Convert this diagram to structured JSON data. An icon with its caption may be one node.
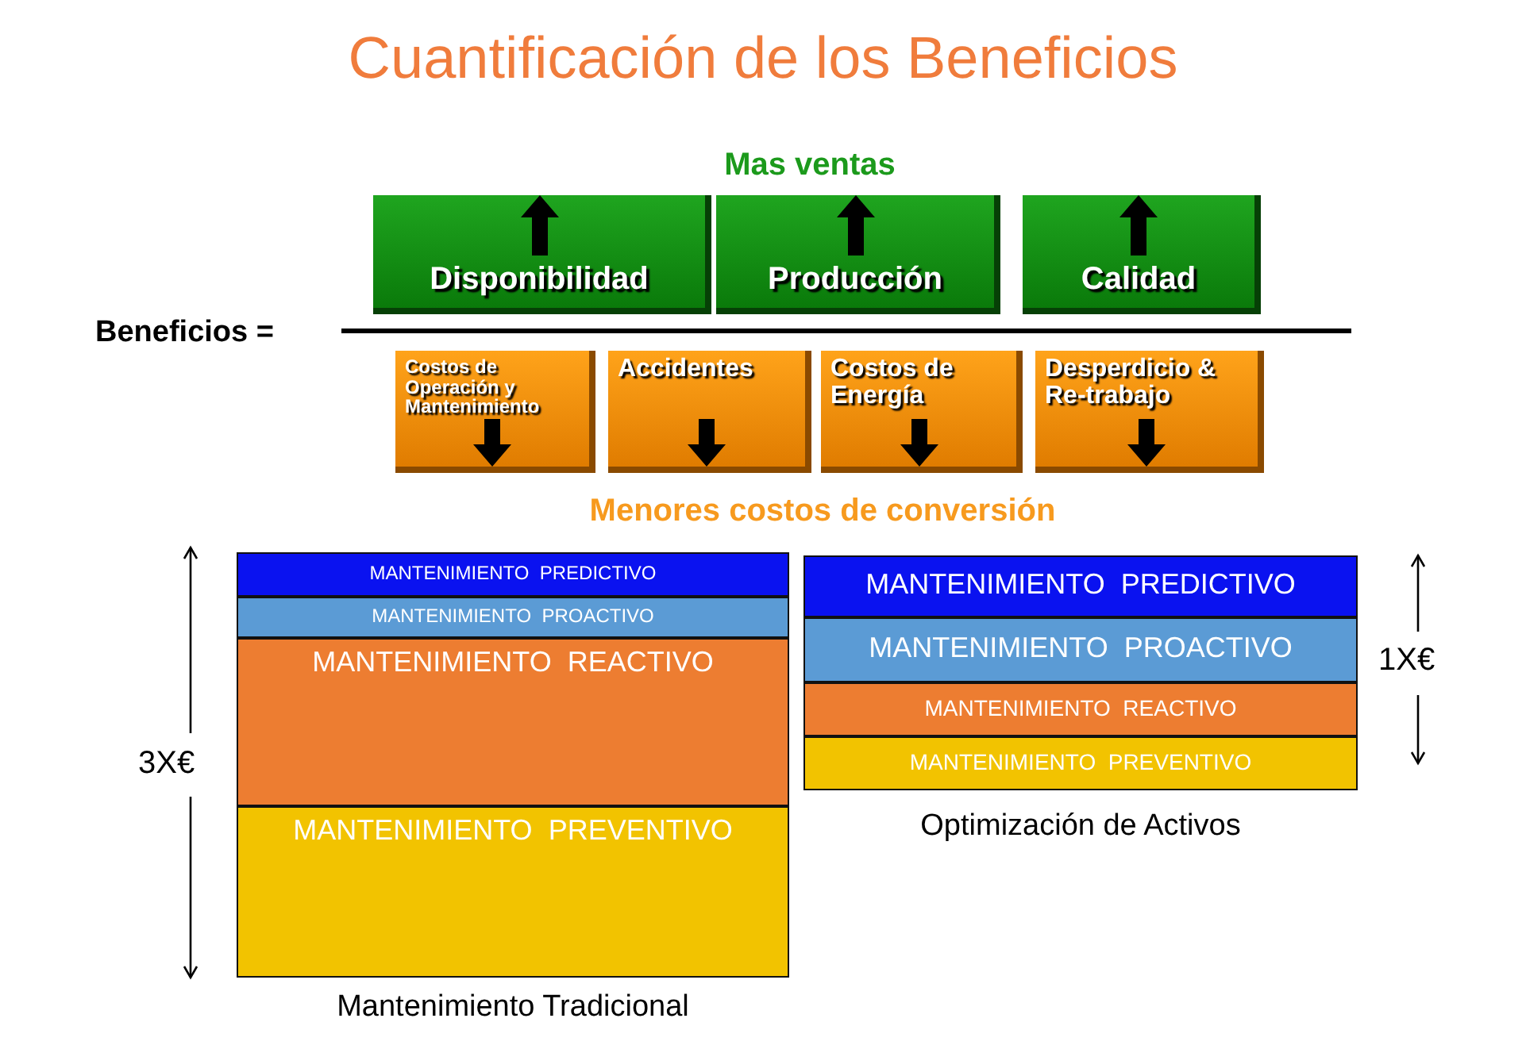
{
  "diagram": {
    "title": "Cuantificación de los Beneficios",
    "nodes": [
      {
        "text": [
          "Disponibilidad"
        ]
      },
      {
        "text": [
          "Producción"
        ]
      },
      {
        "text": [
          "Calidad"
        ]
      },
      {
        "text": [
          "Costos de Operación y Mantenimiento"
        ]
      },
      {
        "text": [
          "Accidentes"
        ]
      },
      {
        "text": [
          "Costos de Energía"
        ]
      },
      {
        "text": [
          "Desperdicio & Re-trabajo"
        ]
      },
      {
        "text": [
          "Mantenimiento Tradicional"
        ]
      },
      {
        "text": [
          "MANTENIMIENTO  PREDICTIVO"
        ],
        "in": 7
      },
      {
        "text": [
          "MANTENIMIENTO  PROACTIVO"
        ],
        "in": 7
      },
      {
        "text": [
          "MANTENIMIENTO  REACTIVO"
        ],
        "in": 7
      },
      {
        "text": [
          "MANTENIMIENTO  PREVENTIVO"
        ],
        "in": 7
      },
      {
        "text": [
          "Optimización de Activos"
        ]
      },
      {
        "text": [
          "MANTENIMIENTO  PREDICTIVO"
        ],
        "in": 12
      },
      {
        "text": [
          "MANTENIMIENTO  PROACTIVO"
        ],
        "in": 12
      },
      {
        "text": [
          "MANTENIMIENTO  REACTIVO"
        ],
        "in": 12
      },
      {
        "text": [
          "MANTENIMIENTO  PREVENTIVO"
        ],
        "in": 12
      }
    ],
    "labels": [
      "Mas ventas",
      "Beneficios =",
      "Menores costos de conversión",
      "3X€",
      "1X€"
    ]
  }
}
